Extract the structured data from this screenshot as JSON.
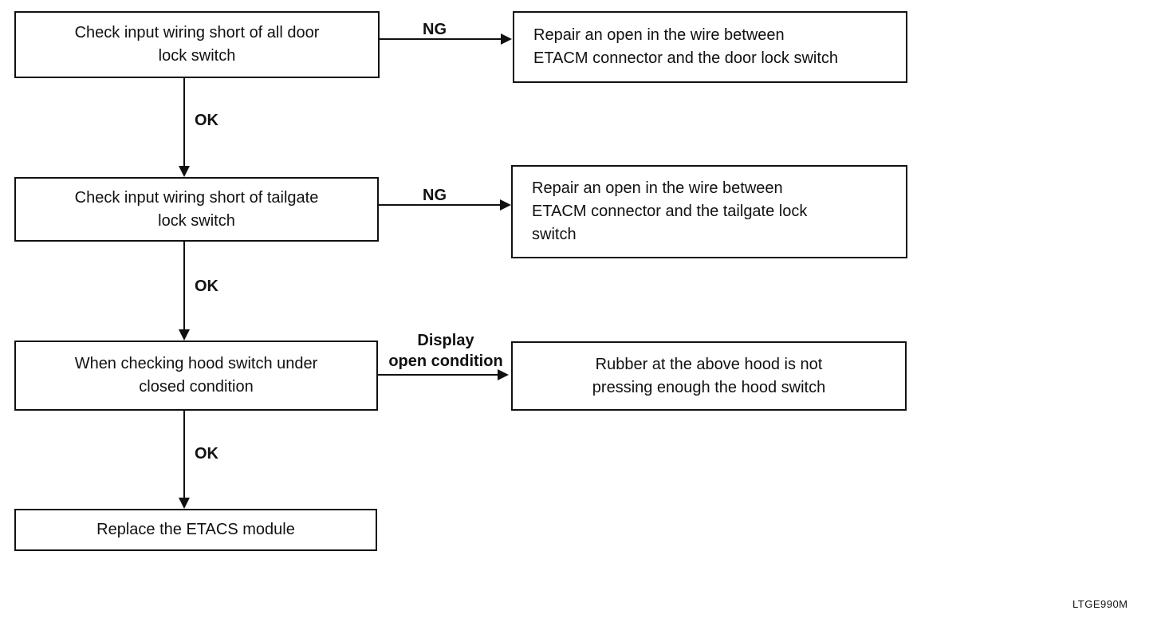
{
  "flowchart": {
    "steps": [
      {
        "check": "Check input wiring short of all door\nlock switch",
        "branch_label": "NG",
        "result": "Repair an open in the wire between\nETACM connector and the door lock switch",
        "pass_label": "OK"
      },
      {
        "check": "Check input wiring short of tailgate\nlock switch",
        "branch_label": "NG",
        "result": "Repair an open in the wire between\nETACM connector and the tailgate lock\nswitch",
        "pass_label": "OK"
      },
      {
        "check": "When checking hood switch under\nclosed condition",
        "branch_label": "Display\nopen condition",
        "result": "Rubber at the above hood is not\npressing enough the hood switch",
        "pass_label": "OK"
      }
    ],
    "final_step": "Replace the ETACS module",
    "figure_code": "LTGE990M"
  }
}
